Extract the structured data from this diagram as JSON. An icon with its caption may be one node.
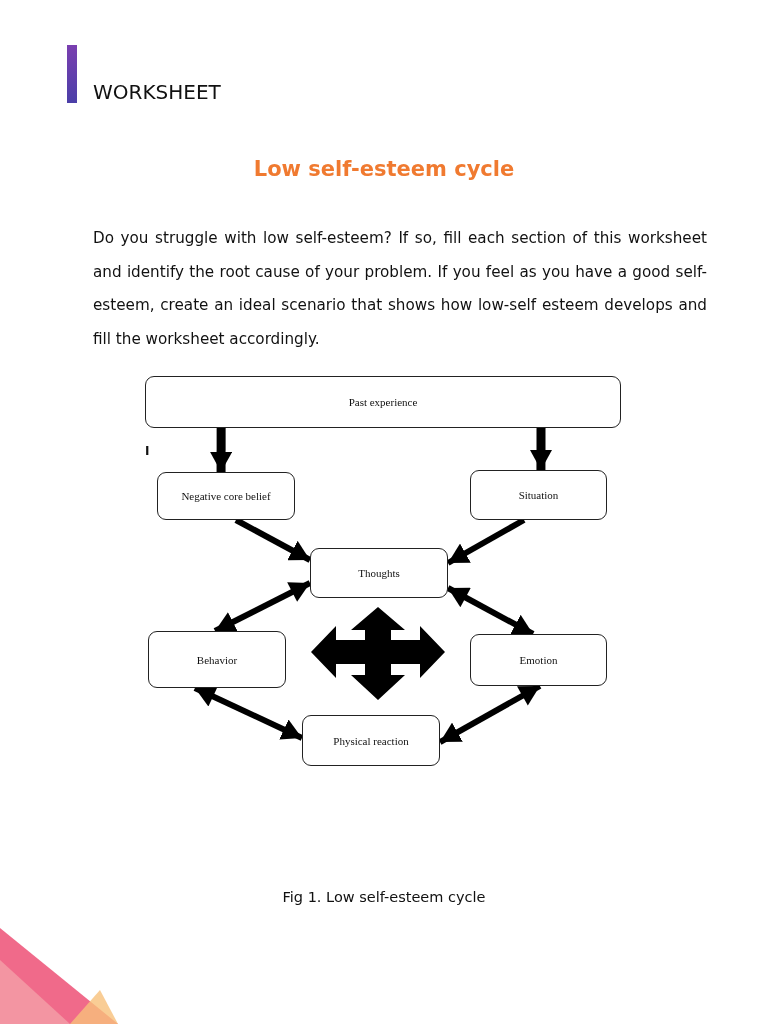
{
  "diagram": {
    "title": "Low self-esteem cycle",
    "caption": "Fig 1. Low self-esteem cycle",
    "nodes": [
      {
        "text": [
          "Past experience"
        ]
      },
      {
        "text": [
          "Negative core belief"
        ]
      },
      {
        "text": [
          "Situation"
        ]
      },
      {
        "text": [
          "Thoughts"
        ]
      },
      {
        "text": [
          "Behavior"
        ]
      },
      {
        "text": [
          "Emotion"
        ]
      },
      {
        "text": [
          "Physical reaction"
        ]
      }
    ],
    "edges": [
      {
        "from": 0,
        "to": 1,
        "arrow": "to"
      },
      {
        "from": 0,
        "to": 2,
        "arrow": "to"
      },
      {
        "from": 1,
        "to": 3,
        "arrow": "to"
      },
      {
        "from": 2,
        "to": 3,
        "arrow": "to"
      },
      {
        "from": 3,
        "to": 4,
        "arrow": "both"
      },
      {
        "from": 3,
        "to": 5,
        "arrow": "both"
      },
      {
        "from": 4,
        "to": 6,
        "arrow": "both"
      },
      {
        "from": 5,
        "to": 6,
        "arrow": "both"
      }
    ],
    "labels": [
      "WORKSHEET",
      "Do you struggle with low self-esteem? If so, fill each section of this worksheet and identify the root cause of your problem. If you feel as you have a good self-esteem, create an ideal scenario that shows how low-self esteem develops and fill the worksheet accordingly.",
      "I"
    ]
  }
}
